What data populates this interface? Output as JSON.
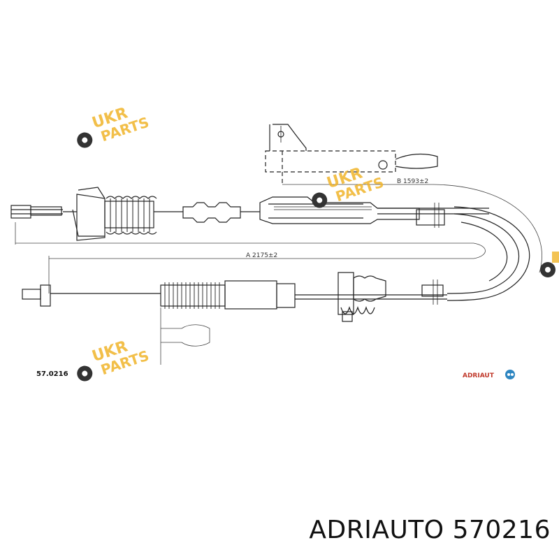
{
  "part_code": "57.0216",
  "dimensions": {
    "a": "A 2175±2",
    "b": "B 1593±2"
  },
  "watermark": {
    "line1": "UKR",
    "line2": "PARTS",
    "color": "#f0b429",
    "gear_color": "#333333"
  },
  "brand_logo": {
    "text": "ADRIAUT",
    "color": "#c0392b",
    "badge_color": "#2e86c1"
  },
  "caption": "ADRIAUTO 570216"
}
